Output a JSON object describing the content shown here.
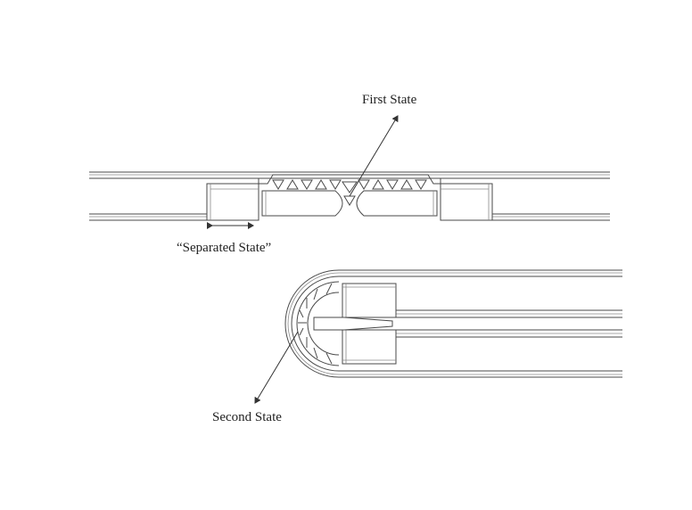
{
  "labels": {
    "first_state": "First State",
    "separated_state": "“Separated State”",
    "second_state": "Second State"
  },
  "colors": {
    "line": "#4a4a4a",
    "text": "#222222",
    "background": "#ffffff"
  }
}
